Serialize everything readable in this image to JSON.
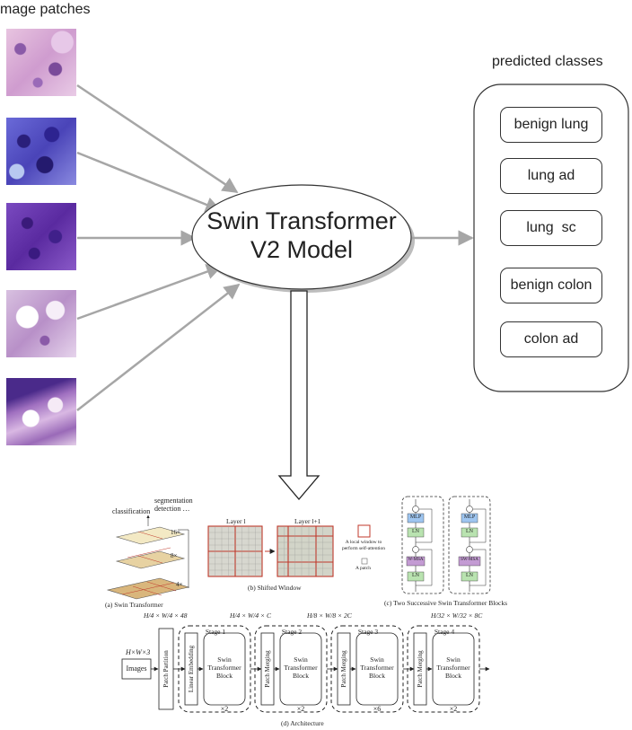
{
  "header": {
    "input_label": "mage patches",
    "output_label": "predicted classes"
  },
  "model": {
    "line1": "Swin Transformer",
    "line2": "V2 Model"
  },
  "classes": [
    "benign lung",
    "lung ad",
    "lung  sc",
    "benign colon",
    "colon ad"
  ],
  "figure": {
    "a": {
      "caption": "(a) Swin Transformer",
      "classification": "classification",
      "segmentation": "segmentation",
      "detection": "detection …",
      "scales": [
        "16×",
        "8×",
        "4×"
      ]
    },
    "b": {
      "caption": "(b) Shifted Window",
      "layer_l": "Layer l",
      "layer_l1": "Layer l+1",
      "legend_window": "A local window to perform self-attention",
      "legend_patch": "A patch"
    },
    "c": {
      "caption": "(c) Two Successive Swin Transformer Blocks",
      "mlp": "MLP",
      "ln": "LN",
      "wmsa": "W-MSA",
      "swmsa": "SW-MSA"
    },
    "d": {
      "caption": "(d) Architecture",
      "input_dims": "H×W×3",
      "images": "Images",
      "patch_partition": "Patch Partition",
      "linear_embedding": "Linear Embedding",
      "patch_merging": "Patch Merging",
      "block": "Swin Transformer Block",
      "stage_dims": [
        "H/4 × W/4 × 48",
        "H/4 × W/4 × C",
        "H/8 × W/8 × 2C",
        "H/32 × W/32 × 8C"
      ],
      "stages": [
        {
          "name": "Stage 1",
          "repeat": "×2"
        },
        {
          "name": "Stage 2",
          "repeat": "×2"
        },
        {
          "name": "Stage 3",
          "repeat": "×6"
        },
        {
          "name": "Stage 4",
          "repeat": "×2"
        }
      ]
    }
  },
  "colors": {
    "arrow": "#a6a6a6",
    "stroke": "#333333",
    "stain_dark": "#5a3aa8",
    "stain_light": "#d7b6e0",
    "window_red": "#c0392b",
    "mlp_blue": "#9ec5f0",
    "msa_purple": "#c39bd3",
    "ln_green": "#b9e3b0"
  }
}
